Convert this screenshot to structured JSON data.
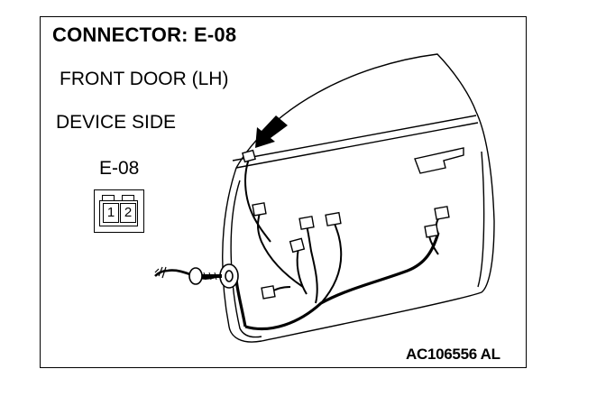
{
  "title": "CONNECTOR: E-08",
  "location": "FRONT DOOR (LH)",
  "side": "DEVICE SIDE",
  "connector": {
    "label": "E-08",
    "pins": [
      "1",
      "2"
    ]
  },
  "figure_code": "AC106556 AL",
  "icons": {
    "arrow": "arrow-pointer-icon",
    "door": "front-door-outline",
    "harness": "wiring-harness"
  }
}
